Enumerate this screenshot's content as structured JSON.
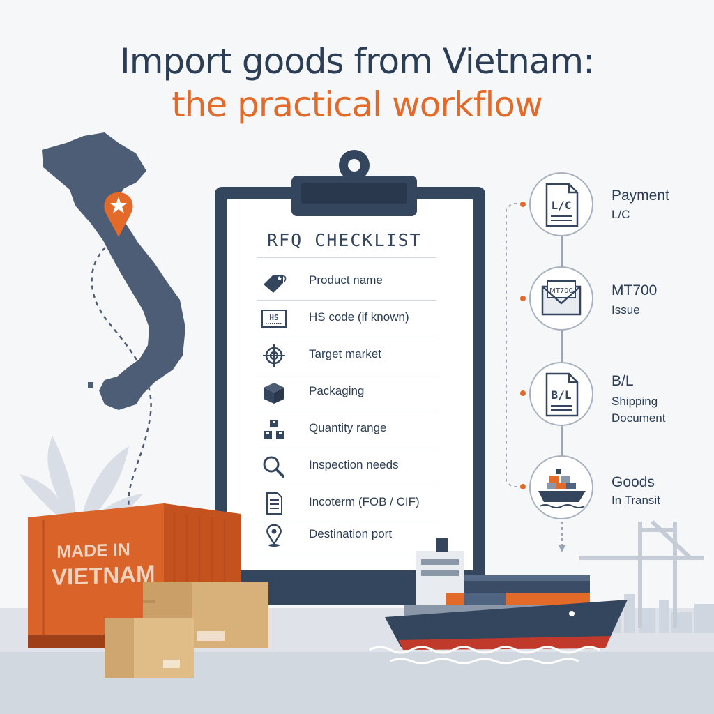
{
  "header": {
    "title": "Import goods from Vietnam:",
    "subtitle": "the practical workflow"
  },
  "checklist": {
    "title": "RFQ CHECKLIST",
    "items": [
      {
        "label": "Product name",
        "icon": "price-tag-icon"
      },
      {
        "label": "HS code (if known)",
        "icon": "hs-code-icon",
        "icon_text": "HS"
      },
      {
        "label": "Target market",
        "icon": "target-icon"
      },
      {
        "label": "Packaging",
        "icon": "box-icon"
      },
      {
        "label": "Quantity range",
        "icon": "stacked-boxes-icon"
      },
      {
        "label": "Inspection needs",
        "icon": "magnifier-icon"
      },
      {
        "label": "Incoterm (FOB / CIF)",
        "icon": "document-icon"
      },
      {
        "label": "Destination port",
        "icon": "location-pin-icon"
      }
    ]
  },
  "workflow": [
    {
      "title": "Payment",
      "sub": [
        "L/C"
      ],
      "icon": "lc-document-icon",
      "icon_text": "L/C"
    },
    {
      "title": "MT700",
      "sub": [
        "Issue"
      ],
      "icon": "envelope-icon",
      "icon_text": "MT700"
    },
    {
      "title": "B/L",
      "sub": [
        "Shipping",
        "Document"
      ],
      "icon": "bl-document-icon",
      "icon_text": "B/L"
    },
    {
      "title": "Goods",
      "sub": [
        "In Transit"
      ],
      "icon": "cargo-ship-icon"
    }
  ],
  "container": {
    "line1": "MADE IN",
    "line2": "VIETNAM"
  },
  "colors": {
    "navy": "#34455e",
    "orange": "#e46a2a",
    "background": "#f6f7f9"
  }
}
